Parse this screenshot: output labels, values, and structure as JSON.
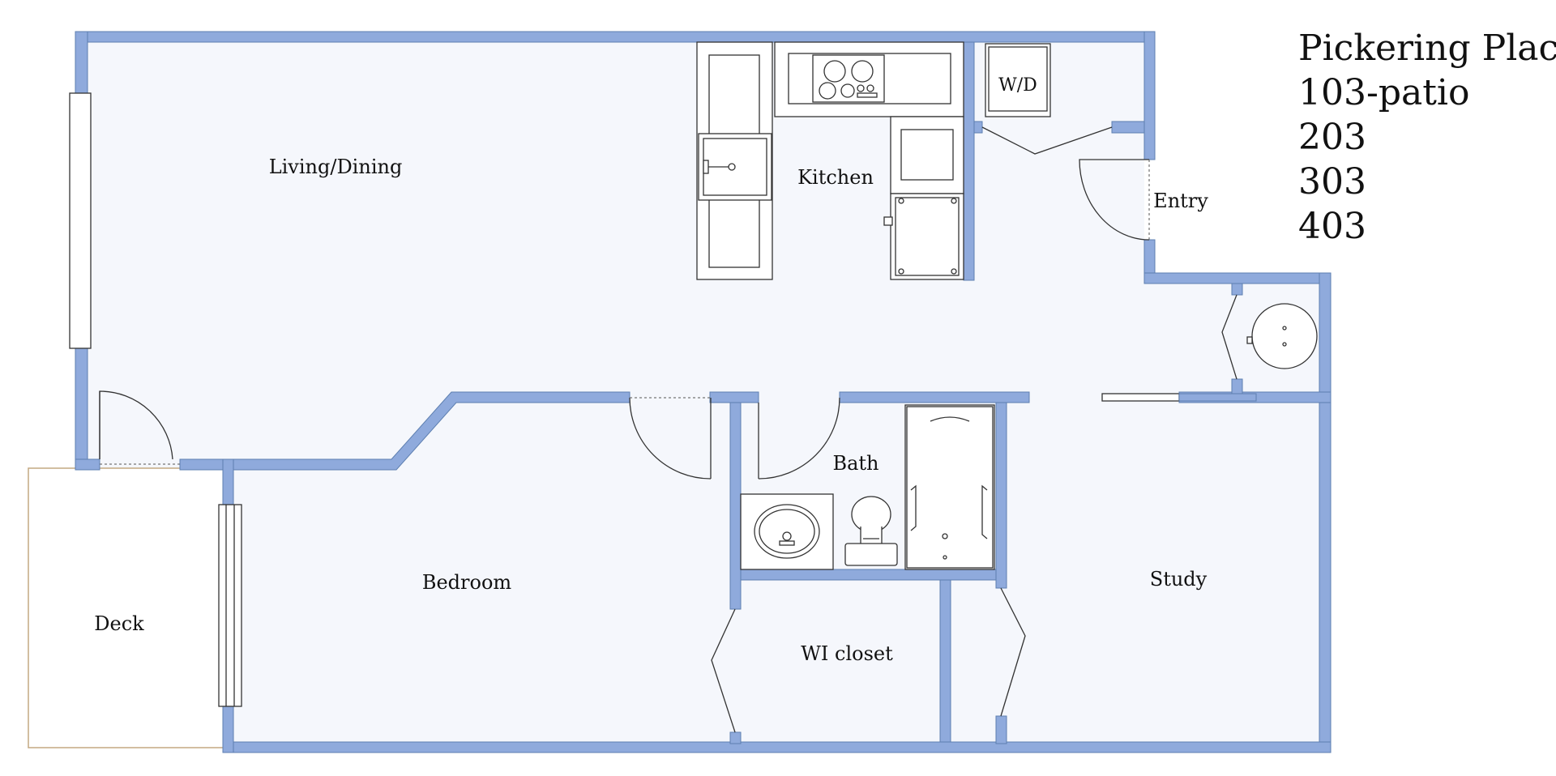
{
  "plan": {
    "title_lines": [
      "Pickering Place",
      "103-patio",
      "203",
      "303",
      "403"
    ],
    "rooms": {
      "living_dining": "Living/Dining",
      "kitchen": "Kitchen",
      "washer_dryer": "W/D",
      "entry": "Entry",
      "bath": "Bath",
      "bedroom": "Bedroom",
      "study": "Study",
      "wi_closet": "WI closet",
      "deck": "Deck"
    }
  },
  "colors": {
    "wall": "#8faadc",
    "floor": "#f5f7fc",
    "deck_outline": "#c4a882",
    "line": "#333333"
  }
}
